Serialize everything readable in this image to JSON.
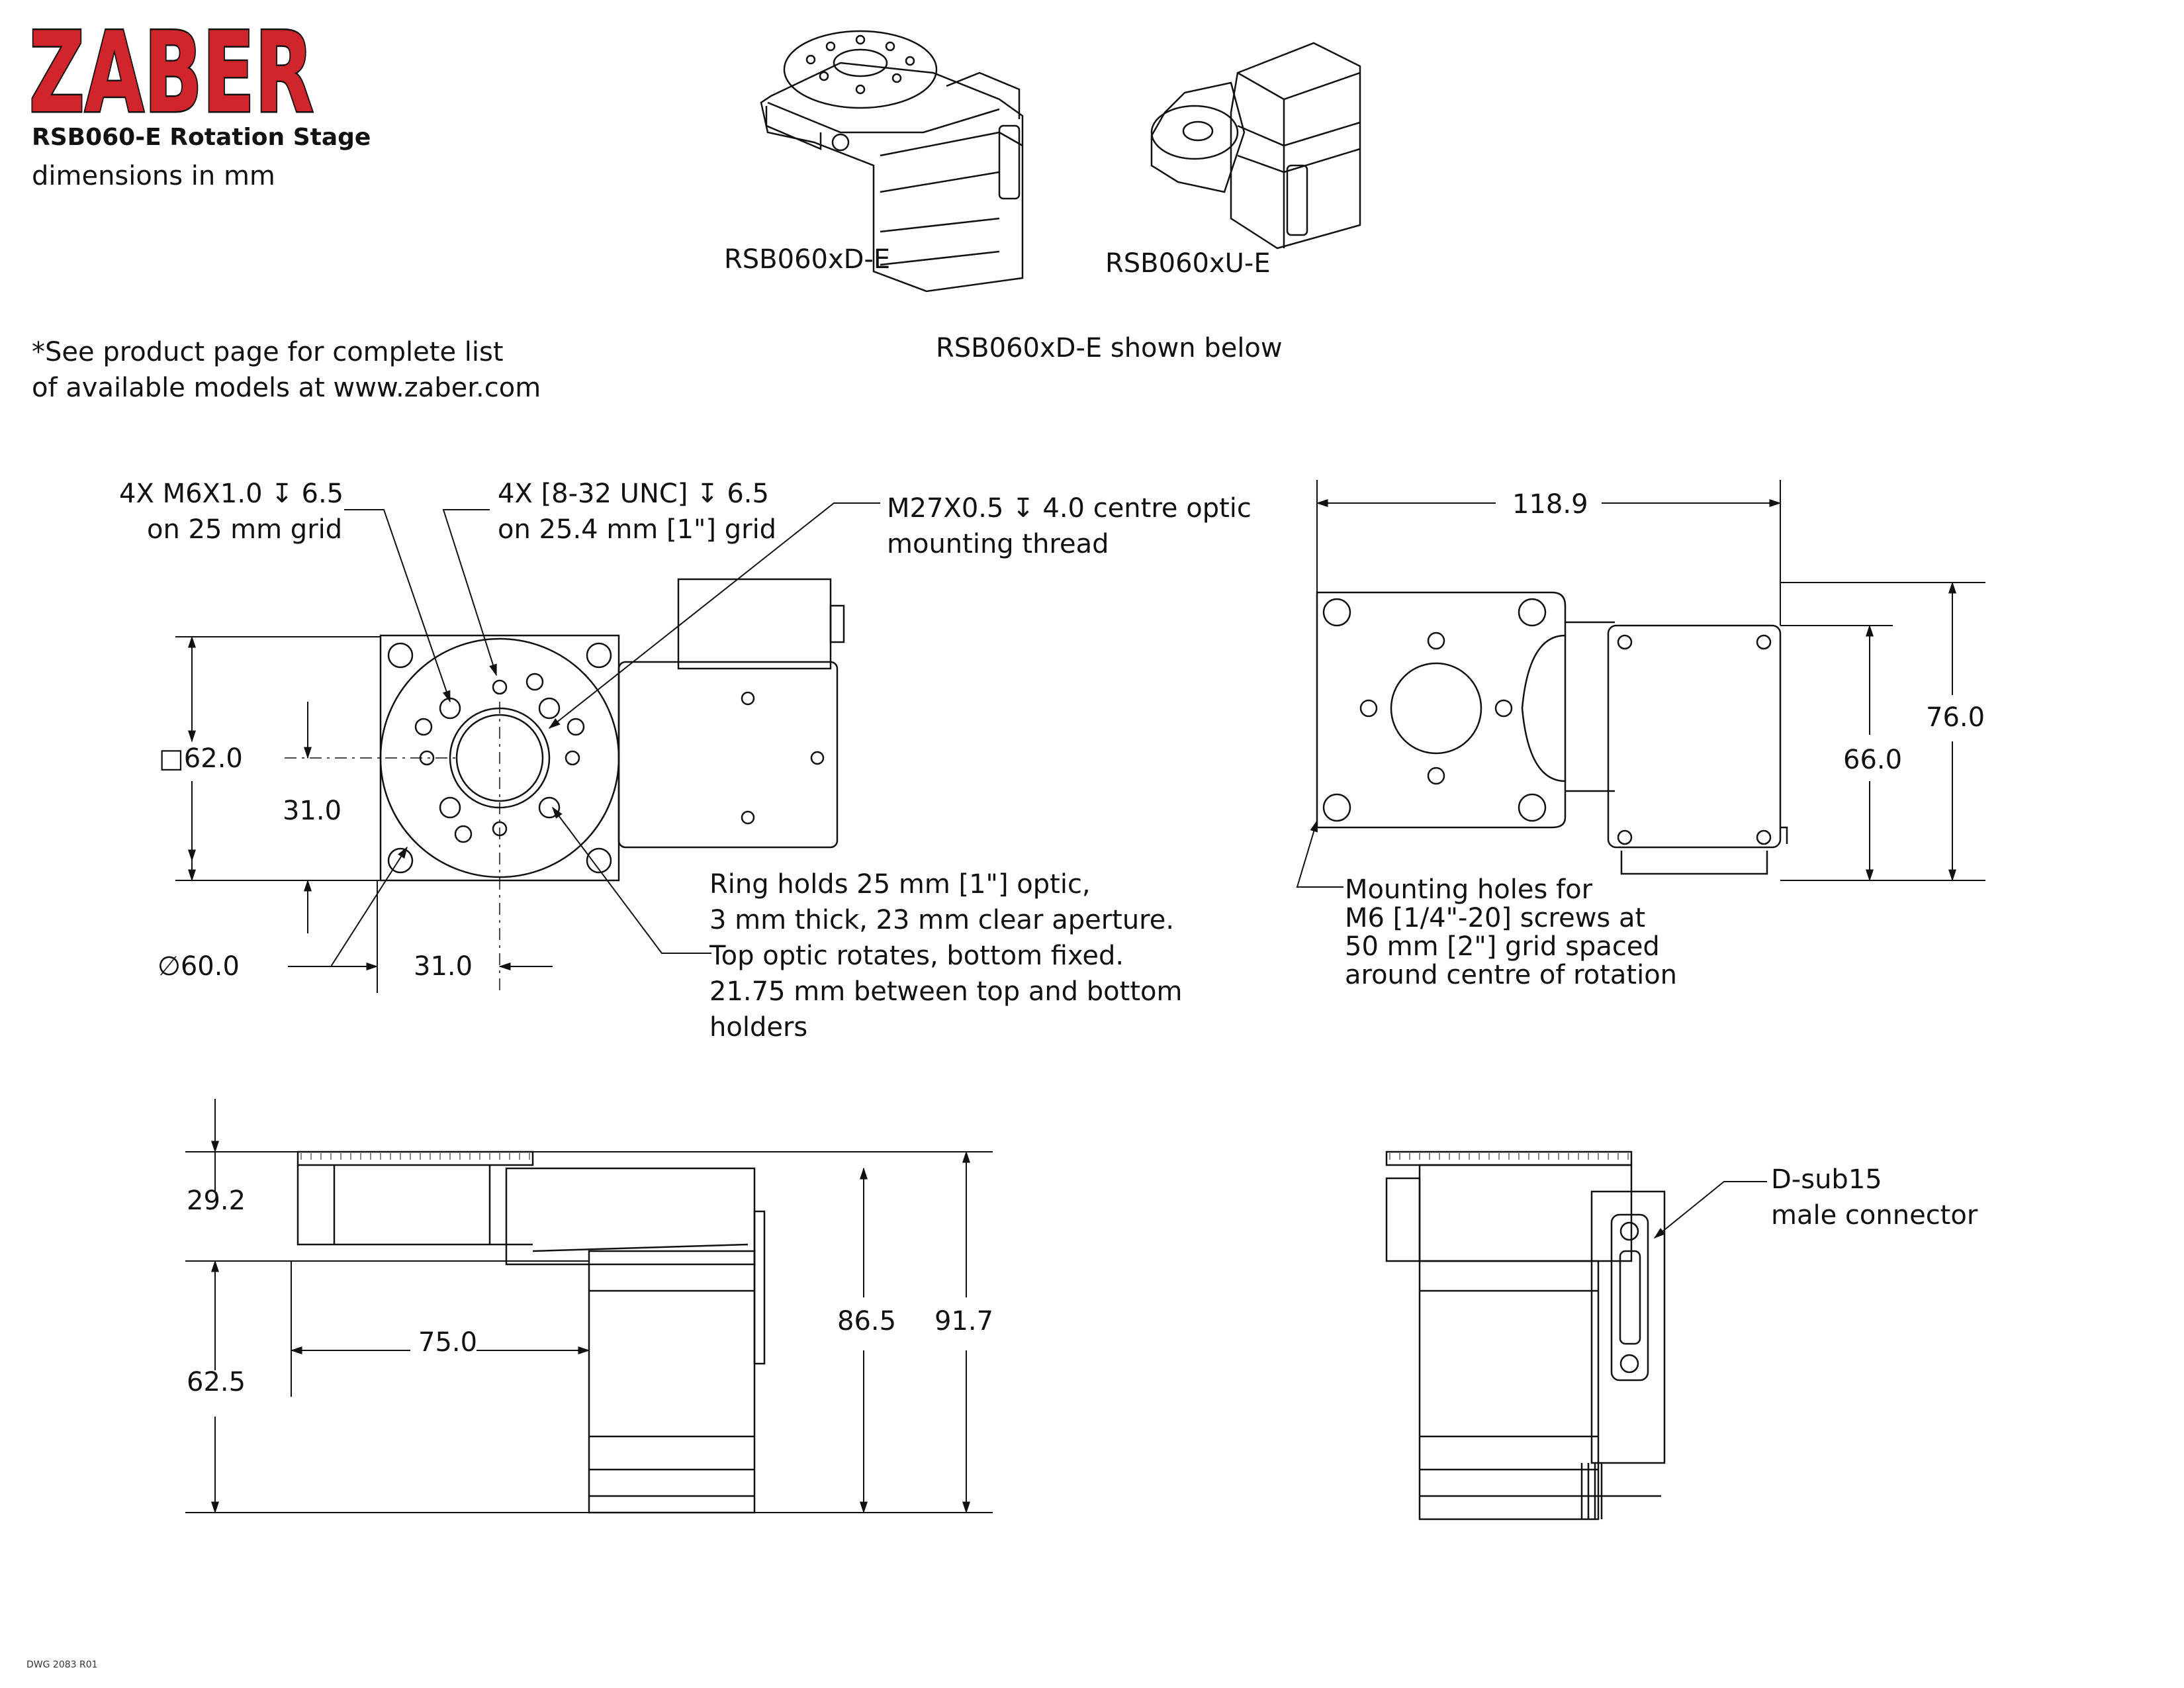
{
  "brand": {
    "logo_text": "ZABER",
    "logo_color": "#d0262b"
  },
  "header": {
    "product_title": "RSB060-E Rotation Stage",
    "units_note": "dimensions in mm",
    "models_note_line1": "*See product page for complete list",
    "models_note_line2": "of available models at www.zaber.com"
  },
  "variants": {
    "left_label": "RSB060xD-E",
    "right_label": "RSB060xU-E",
    "shown_note": "RSB060xD-E shown below"
  },
  "top_view": {
    "callout_m6_line1": "4X M6X1.0 ↧ 6.5",
    "callout_m6_line2": "on 25 mm grid",
    "callout_unc_line1": "4X [8-32 UNC]  ↧ 6.5",
    "callout_unc_line2": "on 25.4 mm [1\"] grid",
    "callout_m27_line1": "M27X0.5 ↧ 4.0 centre optic",
    "callout_m27_line2": "mounting thread",
    "dim_square": "□62.0",
    "dim_half_y": "31.0",
    "dim_diameter": "∅60.0",
    "dim_half_x": "31.0",
    "ring_note_1": "Ring holds 25 mm [1\"] optic,",
    "ring_note_2": "3 mm thick, 23 mm clear aperture.",
    "ring_note_3": "Top optic rotates, bottom fixed.",
    "ring_note_4": "21.75 mm between top and bottom",
    "ring_note_5": "holders"
  },
  "bottom_view": {
    "dim_width": "118.9",
    "dim_height_total": "76.0",
    "dim_height_motor": "66.0",
    "mount_note_1": "Mounting holes for",
    "mount_note_2": "M6 [1/4\"-20] screws at",
    "mount_note_3": "50 mm [2\"] grid spaced",
    "mount_note_4": "around centre of rotation"
  },
  "side_view": {
    "dim_top": "29.2",
    "dim_bottom": "62.5",
    "dim_offset": "75.0",
    "dim_motor_h": "86.5",
    "dim_total_h": "91.7"
  },
  "end_view": {
    "connector_line1": "D-sub15",
    "connector_line2": "male connector"
  },
  "footer": {
    "drawing_number": "DWG 2083  R01"
  }
}
